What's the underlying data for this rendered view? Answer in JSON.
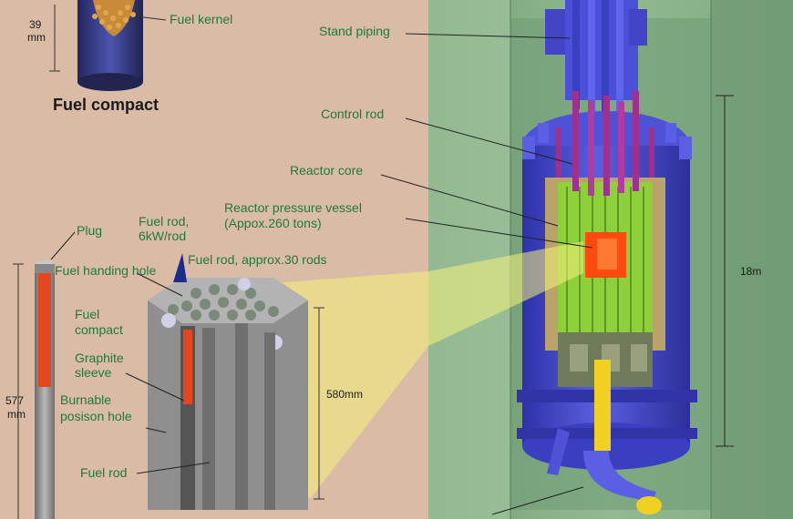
{
  "labels": {
    "fuel_kernel": "Fuel kernel",
    "fuel_compact_title": "Fuel compact",
    "compact_height": "39",
    "compact_height_unit": "mm",
    "plug": "Plug",
    "fuel_rod_power_1": "Fuel rod,",
    "fuel_rod_power_2": "6kW/rod",
    "fuel_rod_count": "Fuel rod, approx.30 rods",
    "fuel_handling_hole": "Fuel handing hole",
    "fuel_compact_1": "Fuel",
    "fuel_compact_2": "compact",
    "graphite_sleeve_1": "Graphite",
    "graphite_sleeve_2": "sleeve",
    "burnable_poison_1": "Burnable",
    "burnable_poison_2": "posison hole",
    "fuel_rod": "Fuel rod",
    "rod_length": "577",
    "rod_length_unit": "mm",
    "block_height": "580mm",
    "stand_piping": "Stand piping",
    "control_rod": "Control rod",
    "reactor_core": "Reactor core",
    "pressure_vessel_1": "Reactor pressure vessel",
    "pressure_vessel_2": "(Appox.260 tons)",
    "vessel_height": "18m"
  },
  "colors": {
    "left_background": "#d9bba6",
    "containment": "#7fa67f",
    "vessel": "#4a4fd0",
    "control_rod": "#a0308f",
    "core_fuel": "#8fcf3a",
    "hot_zone": "#ff4a10",
    "label_text": "#1e7a3c",
    "block_gray": "#9a9a9a",
    "pipe_yellow": "#f0d020"
  }
}
